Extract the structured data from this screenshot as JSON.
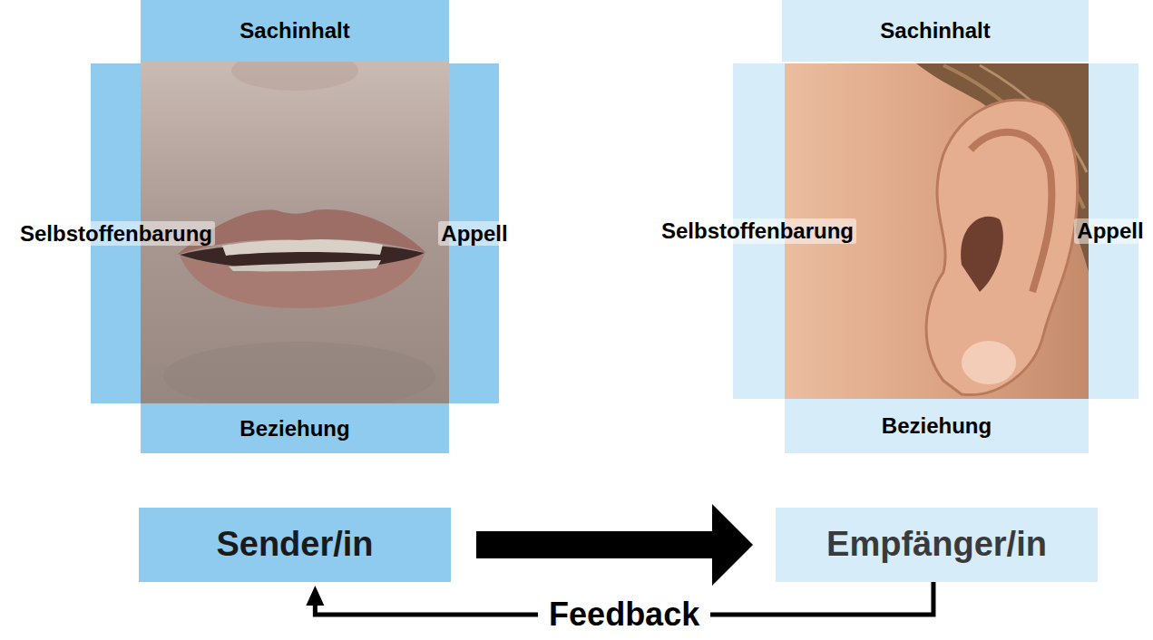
{
  "diagram": {
    "nodes": [
      {
        "text": [
          "Sachinhalt"
        ]
      },
      {
        "text": [
          "Sachinhalt"
        ]
      },
      {
        "text": [
          "Selbstoffenbarung"
        ]
      },
      {
        "text": [
          "Appell"
        ]
      },
      {
        "text": [
          "Selbstoffenbarung"
        ]
      },
      {
        "text": [
          "Appell"
        ]
      },
      {
        "text": [
          "Beziehung"
        ]
      },
      {
        "text": [
          "Beziehung"
        ]
      },
      {
        "text": [
          "Sender/in"
        ]
      },
      {
        "text": [
          "Empfänger/in"
        ]
      }
    ],
    "edges": [
      {
        "from": 8,
        "to": 9,
        "arrow": "to"
      },
      {
        "from": 9,
        "to": 8,
        "label": "Feedback",
        "arrow": "to"
      }
    ]
  }
}
